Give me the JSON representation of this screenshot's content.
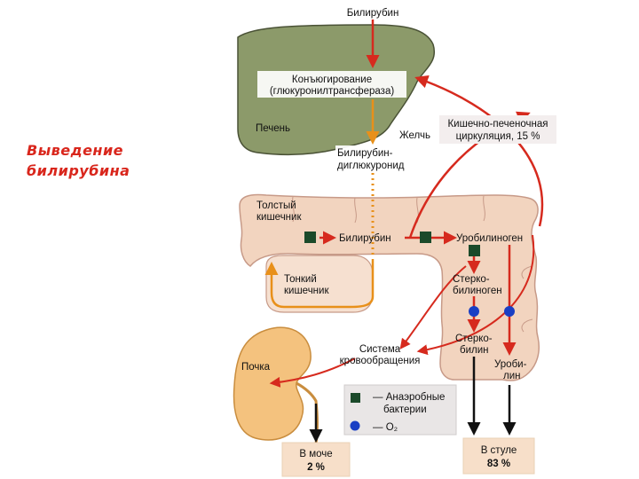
{
  "slide": {
    "title_line1": "Выведение",
    "title_line2": "билирубина"
  },
  "diagram": {
    "top_label": "Билирубин",
    "conjugation_line1": "Конъюгирование",
    "conjugation_line2": "(глюкуронилтрансфераза)",
    "liver": "Печень",
    "bile": "Желчь",
    "enterohepatic_line1": "Кишечно-печеночная",
    "enterohepatic_line2": "циркуляция, 15 %",
    "diglucuronide_line1": "Билирубин-",
    "diglucuronide_line2": "диглюкуронид",
    "large_intestine_line1": "Толстый",
    "large_intestine_line2": "кишечник",
    "bilirubin_gut": "Билирубин",
    "urobilinogen": "Уробилиноген",
    "small_intestine_line1": "Тонкий",
    "small_intestine_line2": "кишечник",
    "stercobilinogen_line1": "Стерко-",
    "stercobilinogen_line2": "билиноген",
    "circulation_line1": "Система",
    "circulation_line2": "кровообращения",
    "stercobilin_line1": "Стерко-",
    "stercobilin_line2": "билин",
    "urobilin_line1": "Уроби-",
    "urobilin_line2": "лин",
    "kidney": "Почка",
    "legend_bacteria_line1": "— Анаэробные",
    "legend_bacteria_line2": "бактерии",
    "legend_oxygen": "— O₂",
    "urine_line1": "В моче",
    "urine_line2": "2 %",
    "feces_line1": "В стуле",
    "feces_line2": "83 %"
  },
  "colors": {
    "title": "#d9261c",
    "arrow_red": "#d62a1e",
    "arrow_orange": "#e8901a",
    "liver": "#8c9a6a",
    "intestine": "#f2d4bf",
    "kidney": "#f4c27e",
    "bacteria": "#1b4a2a",
    "oxygen": "#1a3fc4"
  }
}
